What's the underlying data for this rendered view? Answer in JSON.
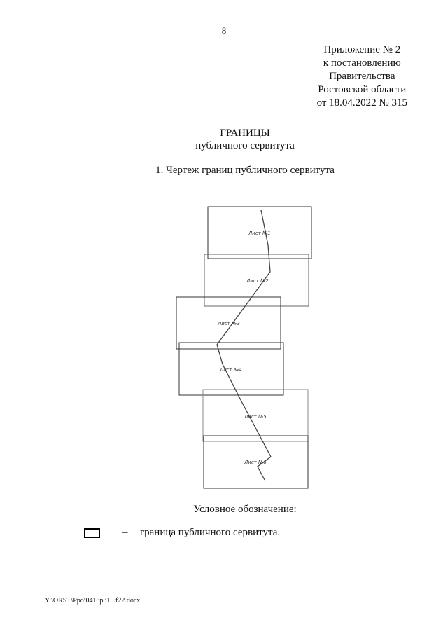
{
  "page_number": "8",
  "appendix": {
    "lines": [
      "Приложение № 2",
      "к постановлению",
      "Правительства",
      "Ростовской области",
      "от 18.04.2022 № 315"
    ]
  },
  "title": "ГРАНИЦЫ",
  "subtitle": "публичного сервитута",
  "section_heading": "1. Чертеж границ публичного сервитута",
  "drawing": {
    "sheets": [
      "Лист №1",
      "Лист №2",
      "Лист №3",
      "Лист №4",
      "Лист №5",
      "Лист №6"
    ]
  },
  "legend": {
    "heading": "Условное обозначение:",
    "dash": "–",
    "item": "граница публичного сервитута."
  },
  "footer_path": "Y:\\ORST\\Ppo\\0418p315.f22.docx"
}
